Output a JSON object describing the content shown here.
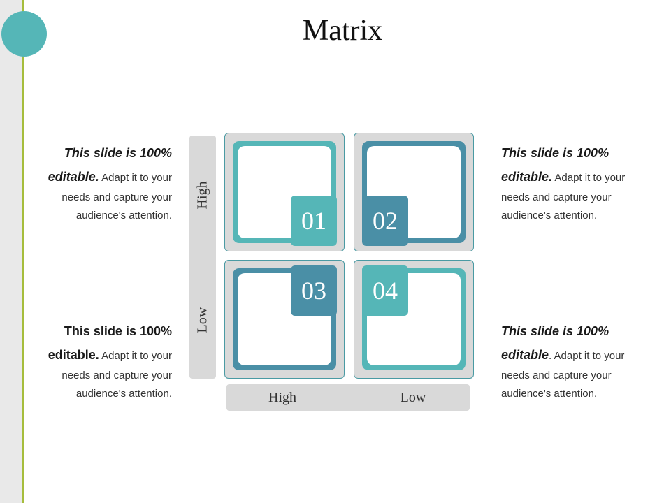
{
  "title": "Matrix",
  "colors": {
    "teal_light": "#55b6b7",
    "teal_dark": "#4a8fa6",
    "accent_rule": "#a6bd3c",
    "axis_bar": "#d9d9d9"
  },
  "axes": {
    "y_high": "High",
    "y_low": "Low",
    "x_high": "High",
    "x_low": "Low"
  },
  "quadrants": [
    {
      "number": "01",
      "color": "#55b6b7"
    },
    {
      "number": "02",
      "color": "#4a8fa6"
    },
    {
      "number": "03",
      "color": "#4a8fa6"
    },
    {
      "number": "04",
      "color": "#55b6b7"
    }
  ],
  "descriptions": {
    "top_left": {
      "bold_a": "This slide is 100%",
      "bold_b": "editable.",
      "rest": "Adapt it to your needs and capture your audience's attention."
    },
    "bottom_left": {
      "bold_a": "This slide is 100%",
      "bold_b": "editable.",
      "rest": "Adapt it to your needs and capture your audience's attention."
    },
    "top_right": {
      "bold_a": "This slide is 100%",
      "bold_b": "editable.",
      "rest": "Adapt it to your needs and capture your audience's attention."
    },
    "bottom_right": {
      "bold_a": "This slide is 100%",
      "bold_b": "editable",
      "rest": ". Adapt it to your needs and capture your audience's attention."
    }
  }
}
